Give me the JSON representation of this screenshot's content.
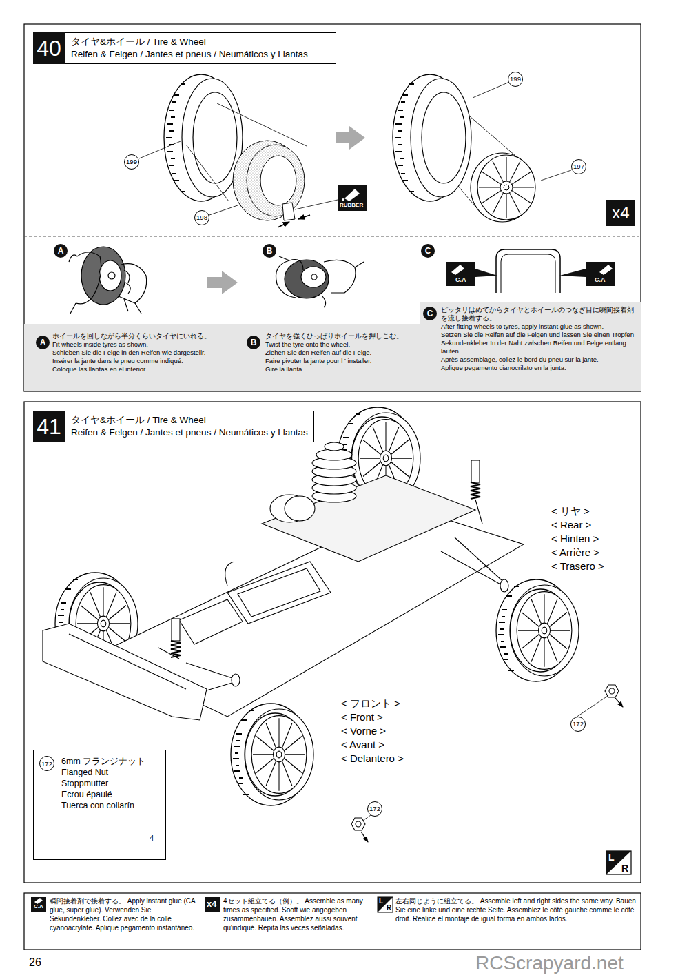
{
  "diagram": {
    "nodes": [
      {
        "text": [
          "40",
          "タイヤ&ホイール / Tire & Wheel",
          "Reifen & Felgen / Jantes et pneus / Neumáticos y Llantas"
        ]
      },
      {
        "text": [
          "41",
          "タイヤ&ホイール / Tire & Wheel",
          "Reifen & Felgen / Jantes et pneus / Neumáticos y Llantas"
        ]
      },
      {
        "text": [
          "ホイールを回しながら半分くらいタイヤにいれる。",
          "Fit wheels inside tyres as shown.",
          "Schieben Sie die Felge in den Reifen wie dargestellr.",
          "Insérer la jante dans le pneu comme indiqué.",
          "Coloque las llantas en el interior."
        ]
      },
      {
        "text": [
          "タイヤを強くひっぱりホイールを押しこむ。",
          "Twist the tyre onto the wheel.",
          "Ziehen Sie den Reifen auf die Felge.",
          "Faire pivoter la jante pour l ' installer.",
          "Gire la llanta."
        ]
      },
      {
        "text": [
          "ピッタリはめてからタイヤとホイールのつなぎ目に瞬間接着剤を流し接着する。",
          "After fitting wheels to tyres, apply instant glue as shown.",
          "Setzen Sie dle Reifen auf die Felgen und lassen Sie einen Tropfen Sekundenkleber In der Naht zwlschen Reifen und Felge entlang laufen.",
          "Après assemblage, collez le bord du pneu sur la jante.",
          "Aplique pegamento cianocrilato en la junta."
        ]
      },
      {
        "text": [
          "172",
          "6mm フランジナット",
          "Flanged Nut",
          "Stoppmutter",
          "Ecrou épaulé",
          "Tuerca con collarín"
        ]
      }
    ],
    "labels": [
      "199",
      "198",
      "RUBBER",
      "199",
      "197",
      "x4",
      "A",
      "B",
      "C",
      "C.A",
      "C.A",
      "A",
      "B",
      "C",
      "< リヤ >",
      "< Rear >",
      "< Hinten >",
      "< Arrière >",
      "< Trasero >",
      "172",
      "< フロント >",
      "< Front >",
      "< Vorne >",
      "< Avant >",
      "< Delantero >",
      "172",
      "4",
      "L",
      "R",
      "C.A",
      "x4",
      "L",
      "R",
      "26",
      "RCScrapyard.net"
    ],
    "legend": [
      {
        "text": "瞬間接着剤で接着する。 Apply instant glue (CA glue, super glue). Verwenden Sie Sekundenkleber. Collez avec de la colle cyanoacrylate. Aplique pegamento instantáneo."
      },
      {
        "text": "4セット組立てる（例）。 Assemble as many times as specified. Sooft wie angegeben zusammenbauen. Assemblez aussi souvent qu'indiqué. Repita las veces señaladas."
      },
      {
        "text": "左右同じように組立てる。 Assemble left and right sides the same way. Bauen Sie eine linke und eine rechte Seite. Assemblez le côté gauche comme le côté droit. Realice el montaje de igual forma en ambos lados."
      }
    ]
  }
}
